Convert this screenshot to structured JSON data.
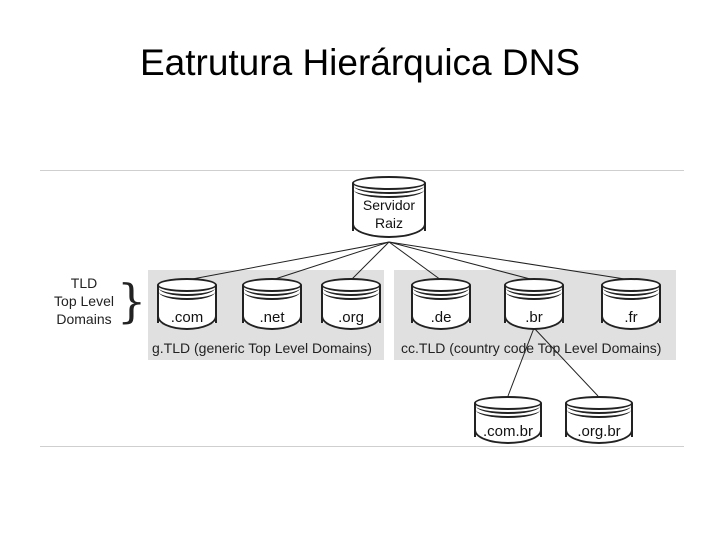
{
  "title": "Eatrutura Hierárquica DNS",
  "root": {
    "line1": "Servidor",
    "line2": "Raiz"
  },
  "tld_label": {
    "line1": "TLD",
    "line2": "Top Level",
    "line3": "Domains"
  },
  "gtld": {
    "caption": "g.TLD (generic Top Level Domains)",
    "domains": [
      ".com",
      ".net",
      ".org"
    ]
  },
  "cctld": {
    "caption": "cc.TLD (country code Top Level Domains)",
    "domains": [
      ".de",
      ".br",
      ".fr"
    ]
  },
  "br_subdomains": [
    ".com.br",
    ".org.br"
  ]
}
